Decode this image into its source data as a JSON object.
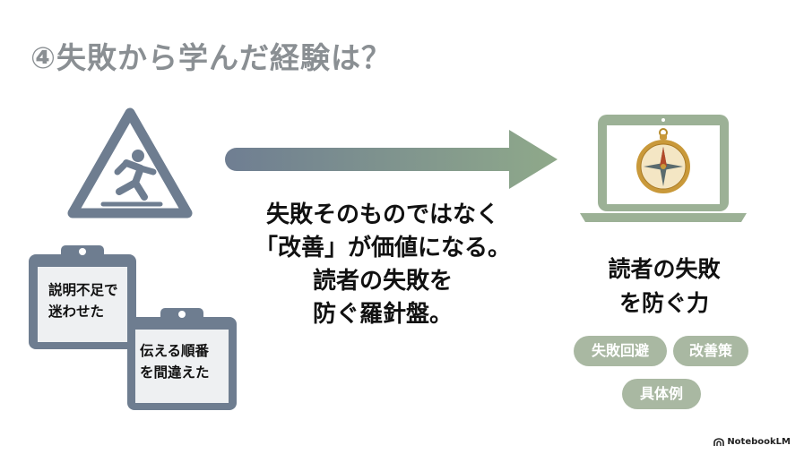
{
  "slide": {
    "title": "④失敗から学んだ経験は？",
    "center_lines": [
      "失敗そのものではなく",
      "「改善」が価値になる。",
      "読者の失敗を",
      "防ぐ羅針盤。"
    ],
    "clipboards": [
      {
        "lines": [
          "説明不足で",
          "迷わせた"
        ]
      },
      {
        "lines": [
          "伝える順番",
          "を間違えた"
        ]
      }
    ],
    "right_title_lines": [
      "読者の失敗",
      "を防ぐ力"
    ],
    "pills": [
      "失敗回避",
      "改善策",
      "具体例"
    ],
    "branding": "NotebookLM"
  },
  "icons": [
    "warning-sign-icon",
    "arrow-right-icon",
    "clipboard-icon",
    "laptop-icon",
    "compass-icon",
    "notebooklm-logo-icon"
  ],
  "colors": {
    "title": "#8a8f93",
    "slate": "#6e7d90",
    "sage": "#8fa98a",
    "pill": "#a9b8a2",
    "laptop": "#9cb196"
  }
}
